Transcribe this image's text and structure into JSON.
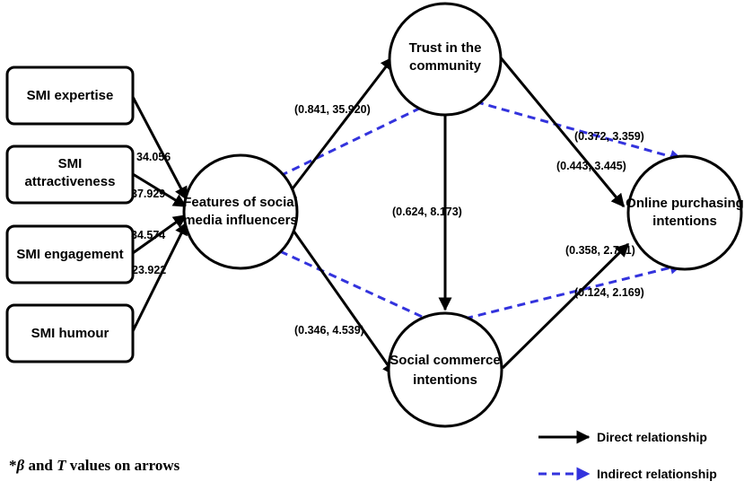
{
  "nodes": {
    "smi_expertise": "SMI expertise",
    "smi_attractiveness": [
      "SMI",
      "attractiveness"
    ],
    "smi_engagement": "SMI engagement",
    "smi_humour": "SMI humour",
    "features": [
      "Features of social",
      "media influencers"
    ],
    "trust": [
      "Trust in the",
      "community"
    ],
    "social_commerce": [
      "Social commerce",
      "intentions"
    ],
    "online_purchasing": [
      "Online purchasing",
      "intentions"
    ]
  },
  "edge_labels": {
    "expertise": "34.056",
    "attractiveness": "37.929",
    "engagement": "34.574",
    "humour": "23.922",
    "features_trust": "(0.841, 35.920)",
    "features_social": "(0.346, 4.539)",
    "trust_social": "(0.624, 8.173)",
    "trust_online": "(0.443, 3.445)",
    "social_online": "(0.358, 2.781)",
    "indirect_top": "(0.372, 3.359)",
    "indirect_bottom": "(0.124, 2.169)"
  },
  "legend": {
    "direct": "Direct relationship",
    "indirect": "Indirect relationship"
  },
  "footnote": {
    "prefix": "*",
    "beta": "β",
    "and": " and ",
    "t": "T",
    "rest": " values on arrows"
  },
  "colors": {
    "direct": "#000000",
    "indirect": "#3333dd"
  }
}
